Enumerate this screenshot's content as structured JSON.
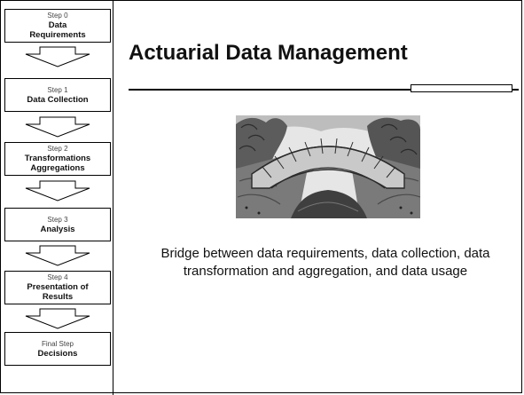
{
  "title": "Actuarial Data Management",
  "caption": "Bridge between data requirements, data collection, data transformation and aggregation, and data usage",
  "steps": [
    {
      "num": "Step 0",
      "label_lines": [
        "Data",
        "Requirements"
      ]
    },
    {
      "num": "Step 1",
      "label_lines": [
        "Data Collection"
      ]
    },
    {
      "num": "Step 2",
      "label_lines": [
        "Transformations",
        "Aggregations"
      ]
    },
    {
      "num": "Step 3",
      "label_lines": [
        "Analysis"
      ]
    },
    {
      "num": "Step 4",
      "label_lines": [
        "Presentation of",
        "Results"
      ]
    },
    {
      "num": "Final Step",
      "label_lines": [
        "Decisions"
      ]
    }
  ],
  "illustration": {
    "icon": "stone-bridge-clipart"
  },
  "colors": {
    "text": "#111111",
    "border": "#000000",
    "background": "#ffffff"
  }
}
